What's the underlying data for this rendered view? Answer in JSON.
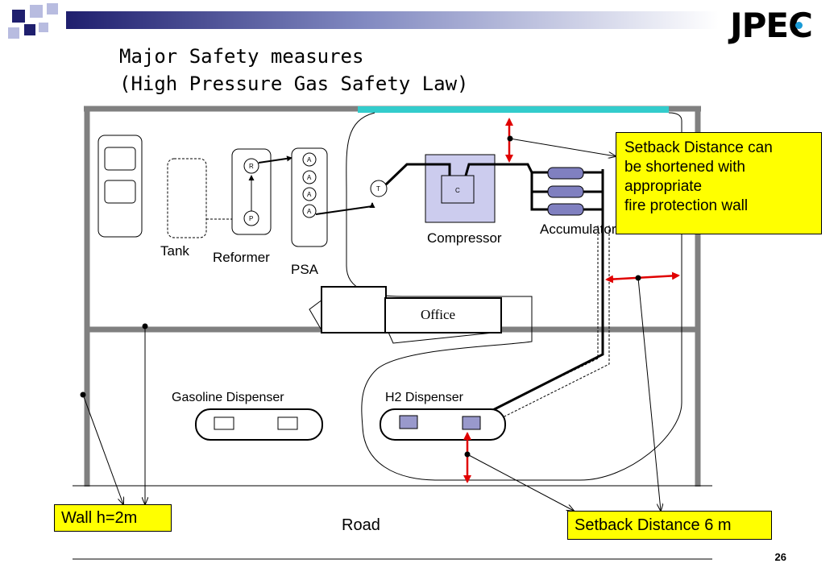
{
  "header": {
    "title_line1": "Major Safety measures",
    "title_line2": "(High Pressure Gas Safety Law)",
    "logo_text": "JPEC"
  },
  "diagram": {
    "tank_label": "Tank",
    "reformer_label": "Reformer",
    "reformer_r": "R",
    "reformer_p": "P",
    "psa_label": "PSA",
    "psa_unit": "A",
    "t_unit": "T",
    "compressor_label": "Compressor",
    "compressor_unit": "C",
    "accumulator_label": "Accumulator",
    "office_label": "Office",
    "gasoline_dispenser_label": "Gasoline Dispenser",
    "h2_dispenser_label": "H2 Dispenser",
    "road_label": "Road"
  },
  "callouts": {
    "setback_fire_wall": [
      "Setback Distance can",
      "be shortened with",
      "appropriate",
      "fire protection wall"
    ],
    "wall_height": "Wall  h=2m",
    "setback_distance": "Setback Distance 6 m"
  },
  "footer": {
    "page_number": "26"
  },
  "colors": {
    "wall": "#808080",
    "cyan_bar": "#33cccc",
    "compressor_fill": "#ccccee",
    "accumulator_fill": "#8080c0",
    "dispenser_fill": "#9999cc",
    "arrow_red": "#e00000",
    "callout_yellow": "#ffff00",
    "logo_blue": "#1a9bd7",
    "square_navy": "#1f1f6e",
    "square_light": "#b8bce0"
  }
}
